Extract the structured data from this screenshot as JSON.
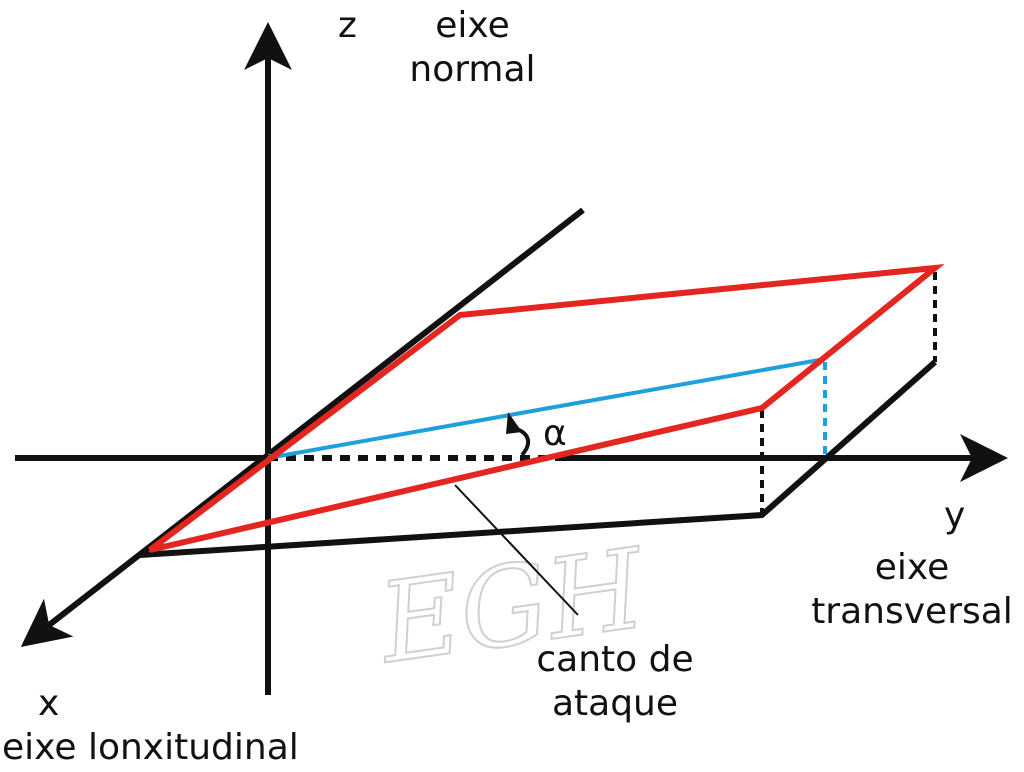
{
  "labels": {
    "z_axis": "z",
    "z_name": [
      "eixe",
      "normal"
    ],
    "y_axis": "y",
    "y_name": [
      "eixe",
      "transversal"
    ],
    "x_axis": "x",
    "x_name": "eixe lonxitudinal",
    "leading_edge": [
      "canto de",
      "ataque"
    ],
    "angle": "α",
    "watermark": "EGH"
  },
  "colors": {
    "axis": "#111111",
    "wing": "#e3261f",
    "chord": "#1ea0dc",
    "watermark": "#cfcfcf"
  }
}
